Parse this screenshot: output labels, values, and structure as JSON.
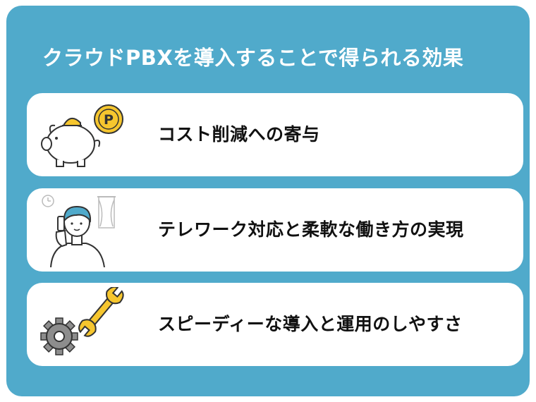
{
  "title": "クラウドPBXを導入することで得られる効果",
  "colors": {
    "panel": "#50aacb",
    "card": "#ffffff",
    "coin": "#f6c62e",
    "text": "#111111"
  },
  "items": [
    {
      "label": "コスト削減への寄与",
      "icon": "piggy-bank-coin-icon",
      "coin_letter": "P"
    },
    {
      "label": "テレワーク対応と柔軟な働き方の実現",
      "icon": "person-on-phone-icon"
    },
    {
      "label": "スピーディーな導入と運用のしやすさ",
      "icon": "gear-wrench-icon"
    }
  ]
}
